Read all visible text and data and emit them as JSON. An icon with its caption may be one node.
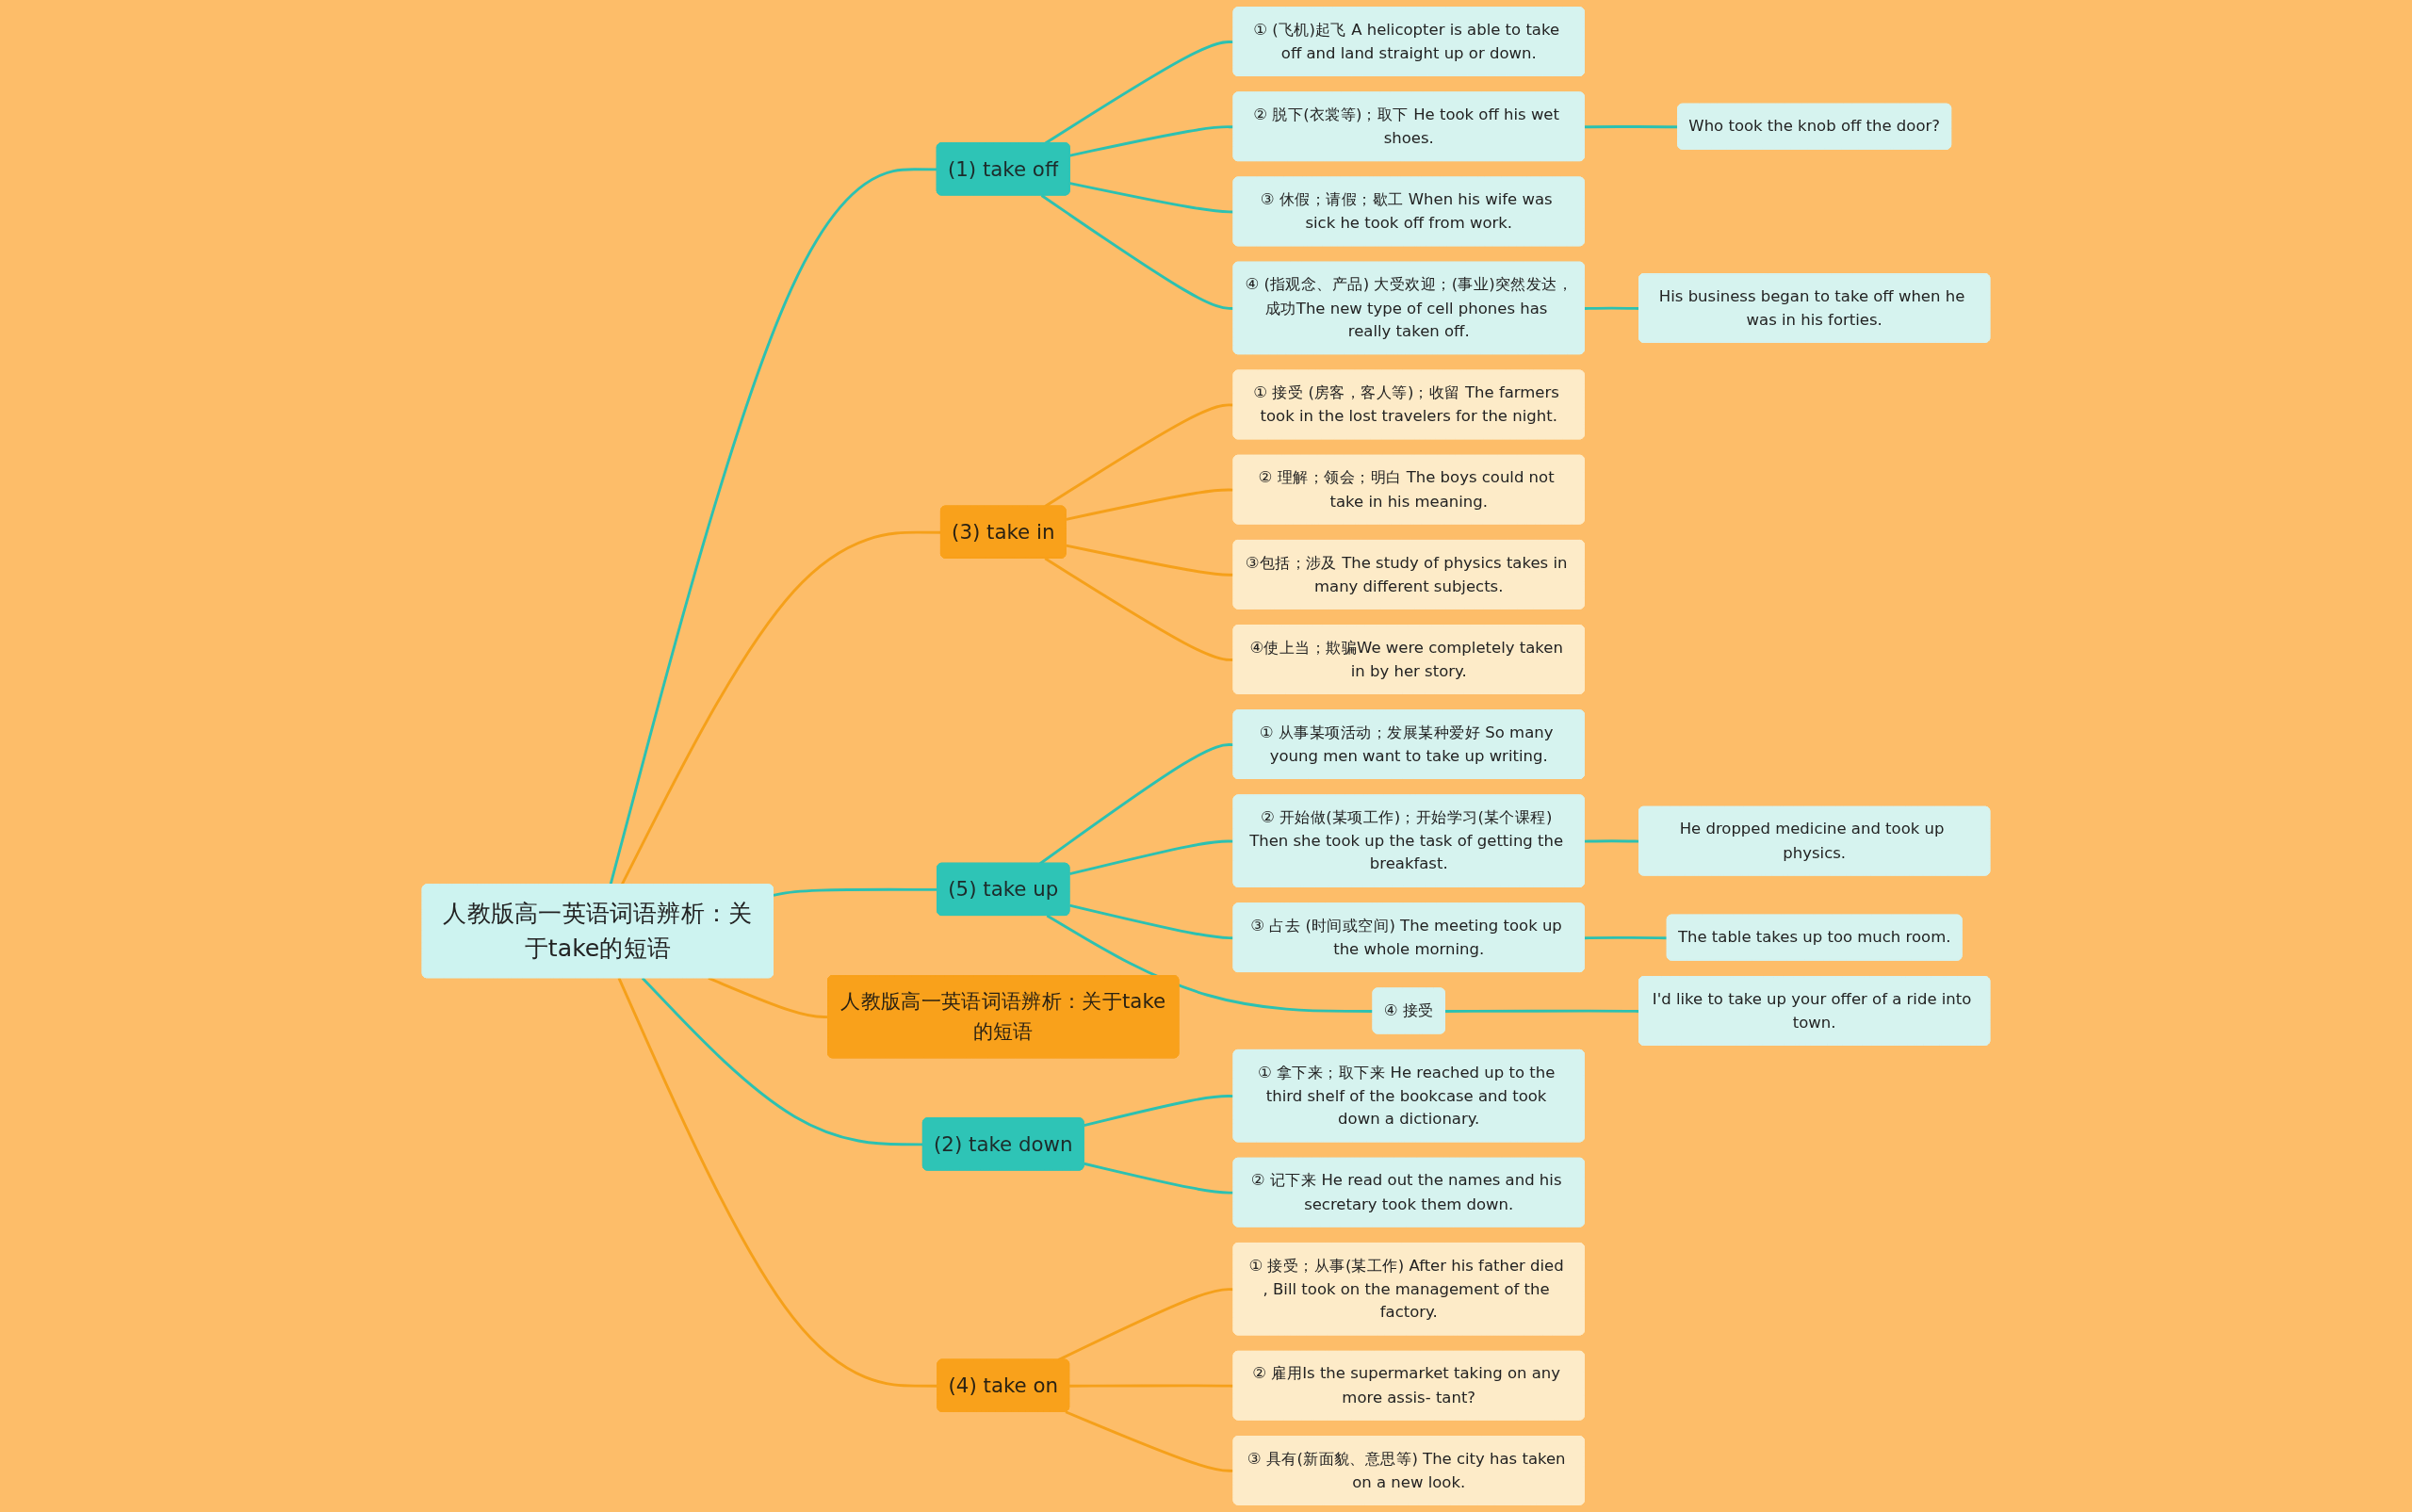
{
  "diagram": {
    "nodes": [
      {
        "text": [
          "人教版高一英语词语辨析：关于take的短语"
        ]
      },
      {
        "text": [
          "(1) take off"
        ]
      },
      {
        "text": [
          "① (飞机)起飞 A helicopter is able to take off and land straight up or down."
        ]
      },
      {
        "text": [
          "② 脱下(衣裳等)；取下 He took off his wet shoes."
        ]
      },
      {
        "text": [
          "Who took the knob off the door?"
        ]
      },
      {
        "text": [
          "③ 休假；请假；歇工 When his wife was sick he took off from work."
        ]
      },
      {
        "text": [
          "④ (指观念、产品) 大受欢迎；(事业)突然发达，成功The new type of cell phones has really taken off."
        ]
      },
      {
        "text": [
          "His business began to take off when he was in his forties."
        ]
      },
      {
        "text": [
          "(3) take in"
        ]
      },
      {
        "text": [
          "① 接受 (房客，客人等)；收留 The farmers took in the lost travelers for the night."
        ]
      },
      {
        "text": [
          "② 理解；领会；明白 The boys could not take in his meaning."
        ]
      },
      {
        "text": [
          "③包括；涉及 The study of physics takes in many different subjects."
        ]
      },
      {
        "text": [
          "④使上当；欺骗We were completely taken in by her story."
        ]
      },
      {
        "text": [
          "(5) take up"
        ]
      },
      {
        "text": [
          "① 从事某项活动；发展某种爱好 So many young men want to take up writing."
        ]
      },
      {
        "text": [
          "② 开始做(某项工作)；开始学习(某个课程) Then she took up the task of getting the breakfast."
        ]
      },
      {
        "text": [
          "He dropped medicine and took up physics."
        ]
      },
      {
        "text": [
          "③ 占去 (时间或空间) The meeting took up the whole morning."
        ]
      },
      {
        "text": [
          "The table takes up too much room."
        ]
      },
      {
        "text": [
          "④ 接受"
        ]
      },
      {
        "text": [
          "I'd like to take up your offer of a ride into town."
        ]
      },
      {
        "text": [
          "人教版高一英语词语辨析：关于take的短语"
        ]
      },
      {
        "text": [
          "(2) take down"
        ]
      },
      {
        "text": [
          "① 拿下来；取下来 He reached up to the third shelf of the bookcase and took down a dictionary."
        ]
      },
      {
        "text": [
          "② 记下来 He read out the names and his secretary took them down."
        ]
      },
      {
        "text": [
          "(4) take on"
        ]
      },
      {
        "text": [
          "① 接受；从事(某工作) After his father died , Bill took on the management of the factory."
        ]
      },
      {
        "text": [
          "② 雇用Is the supermarket taking on any more assis- tant?"
        ]
      },
      {
        "text": [
          "③ 具有(新面貌、意思等) The city has taken on a new look."
        ]
      }
    ],
    "edges": [
      {
        "from": 0,
        "to": 1,
        "arrow": "none"
      },
      {
        "from": 1,
        "to": 2,
        "arrow": "none"
      },
      {
        "from": 1,
        "to": 3,
        "arrow": "none"
      },
      {
        "from": 3,
        "to": 4,
        "arrow": "none"
      },
      {
        "from": 1,
        "to": 5,
        "arrow": "none"
      },
      {
        "from": 1,
        "to": 6,
        "arrow": "none"
      },
      {
        "from": 6,
        "to": 7,
        "arrow": "none"
      },
      {
        "from": 0,
        "to": 8,
        "arrow": "none",
        "color": "#f5a01a"
      },
      {
        "from": 8,
        "to": 9,
        "arrow": "none",
        "color": "#f5a01a"
      },
      {
        "from": 8,
        "to": 10,
        "arrow": "none",
        "color": "#f5a01a"
      },
      {
        "from": 8,
        "to": 11,
        "arrow": "none",
        "color": "#f5a01a"
      },
      {
        "from": 8,
        "to": 12,
        "arrow": "none",
        "color": "#f5a01a"
      },
      {
        "from": 0,
        "to": 13,
        "arrow": "none"
      },
      {
        "from": 13,
        "to": 14,
        "arrow": "none"
      },
      {
        "from": 13,
        "to": 15,
        "arrow": "none"
      },
      {
        "from": 15,
        "to": 16,
        "arrow": "none"
      },
      {
        "from": 13,
        "to": 17,
        "arrow": "none"
      },
      {
        "from": 17,
        "to": 18,
        "arrow": "none"
      },
      {
        "from": 13,
        "to": 19,
        "arrow": "none"
      },
      {
        "from": 19,
        "to": 20,
        "arrow": "none"
      },
      {
        "from": 0,
        "to": 21,
        "arrow": "none",
        "color": "#f5a01a"
      },
      {
        "from": 0,
        "to": 22,
        "arrow": "none"
      },
      {
        "from": 22,
        "to": 23,
        "arrow": "none"
      },
      {
        "from": 22,
        "to": 24,
        "arrow": "none"
      },
      {
        "from": 0,
        "to": 25,
        "arrow": "none",
        "color": "#f5a01a"
      },
      {
        "from": 25,
        "to": 26,
        "arrow": "none",
        "color": "#f5a01a"
      },
      {
        "from": 25,
        "to": 27,
        "arrow": "none",
        "color": "#f5a01a"
      },
      {
        "from": 25,
        "to": 28,
        "arrow": "none",
        "color": "#f5a01a"
      }
    ]
  }
}
